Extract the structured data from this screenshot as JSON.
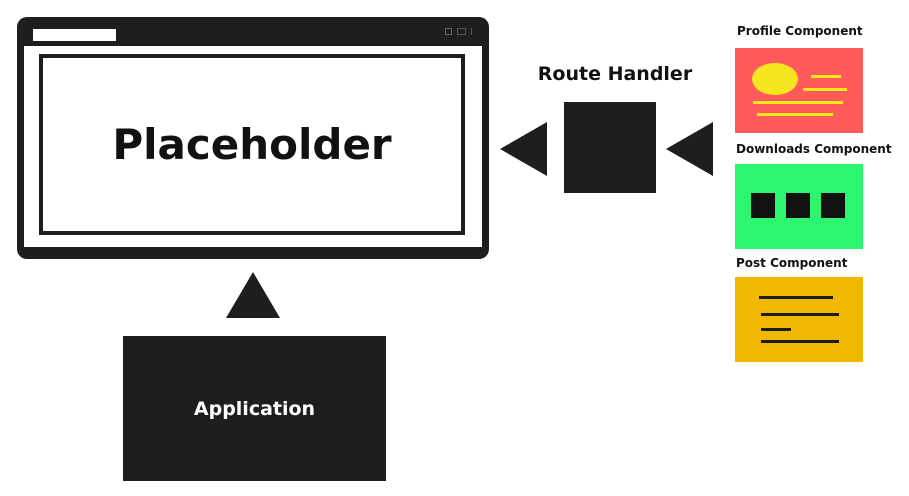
{
  "window": {
    "content_title": "Placeholder"
  },
  "route_handler": {
    "label": "Route Handler"
  },
  "application": {
    "label": "Application"
  },
  "components": [
    {
      "label": "Profile Component",
      "color": "#ff5b5b"
    },
    {
      "label": "Downloads Component",
      "color": "#2cf56e"
    },
    {
      "label": "Post Component",
      "color": "#f0b800"
    }
  ],
  "colors": {
    "dark": "#1e1e1e",
    "profile_accent": "#f5e61e"
  }
}
